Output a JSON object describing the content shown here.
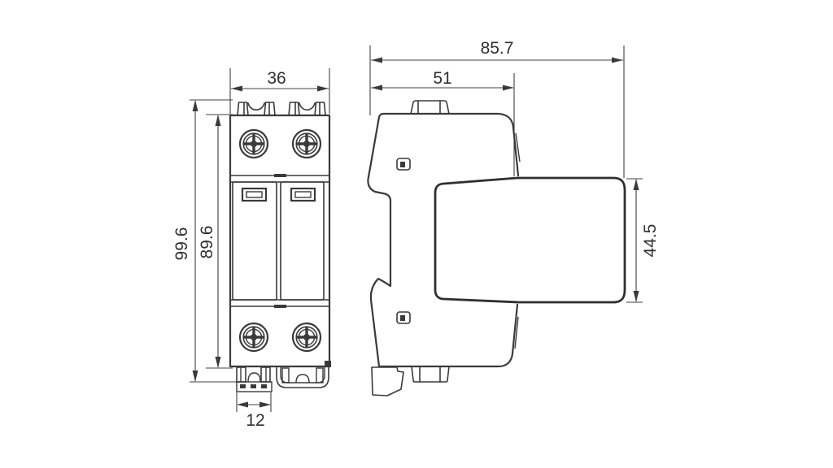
{
  "drawing": {
    "type": "engineering-dimension-drawing",
    "colors": {
      "background": "#ffffff",
      "line": "#3a3a3a",
      "label": "#2f2f2f"
    },
    "front_view": {
      "dimensions": {
        "width": "36",
        "overall_height": "99.6",
        "body_height": "89.6",
        "terminal_width": "12"
      }
    },
    "side_view": {
      "dimensions": {
        "overall_depth": "85.7",
        "base_depth": "51",
        "module_height": "44.5"
      }
    }
  }
}
